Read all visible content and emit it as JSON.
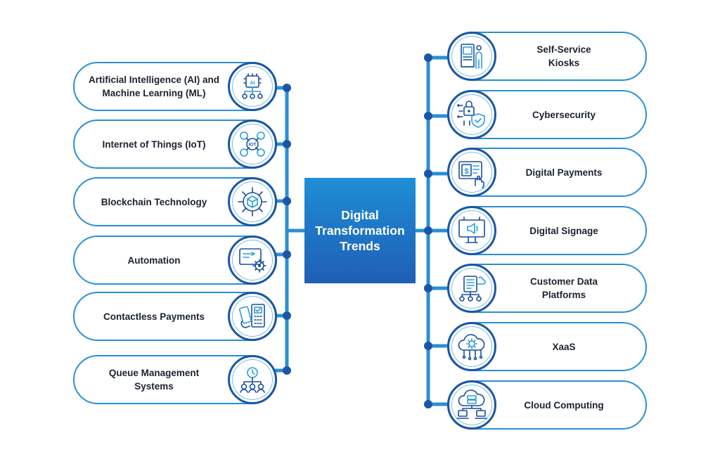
{
  "center": {
    "title": "Digital\nTransformation\nTrends"
  },
  "left_items": [
    {
      "label": "Artificial Intelligence (AI) and\nMachine Learning (ML)",
      "icon": "ai-chip-icon"
    },
    {
      "label": "Internet of Things (IoT)",
      "icon": "iot-icon"
    },
    {
      "label": "Blockchain Technology",
      "icon": "blockchain-cube-icon"
    },
    {
      "label": "Automation",
      "icon": "automation-gear-icon"
    },
    {
      "label": "Contactless Payments",
      "icon": "contactless-payment-icon"
    },
    {
      "label": "Queue Management\nSystems",
      "icon": "queue-management-icon"
    }
  ],
  "right_items": [
    {
      "label": "Self-Service\nKiosks",
      "icon": "kiosk-icon"
    },
    {
      "label": "Cybersecurity",
      "icon": "security-shield-icon"
    },
    {
      "label": "Digital Payments",
      "icon": "digital-payment-icon"
    },
    {
      "label": "Digital Signage",
      "icon": "signage-icon"
    },
    {
      "label": "Customer Data\nPlatforms",
      "icon": "customer-data-icon"
    },
    {
      "label": "XaaS",
      "icon": "cloud-gear-icon"
    },
    {
      "label": "Cloud Computing",
      "icon": "cloud-server-icon"
    }
  ],
  "colors": {
    "accent": "#2a8fd4",
    "dark_blue": "#1a4f9c",
    "center_top": "#1f8fd6",
    "center_bottom": "#1f5fb4",
    "text": "#1b2230"
  }
}
